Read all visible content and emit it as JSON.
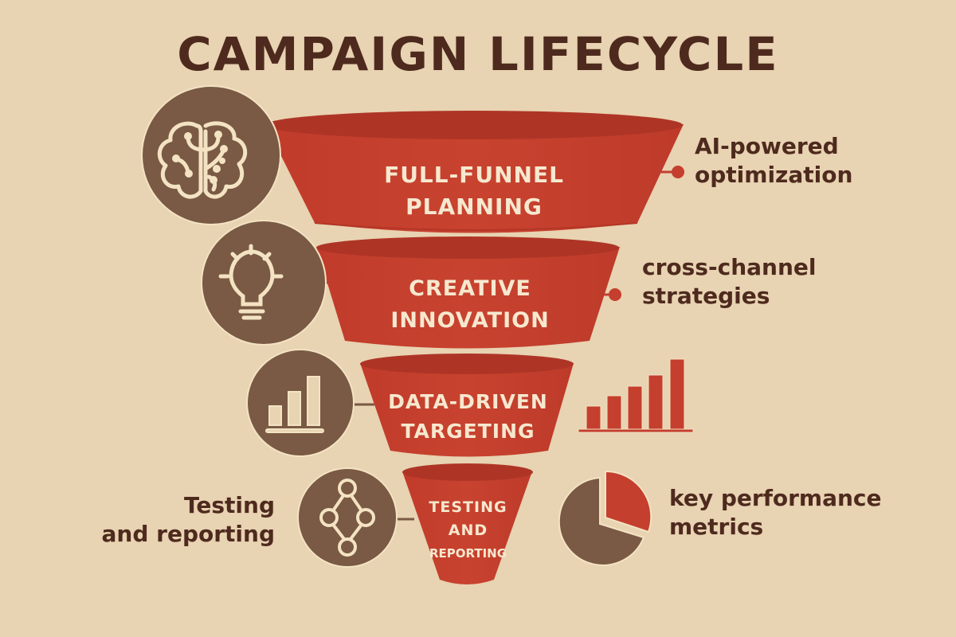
{
  "title": "CAMPAIGN LIFECYCLE",
  "colors": {
    "background": "#E8D3B2",
    "title_text": "#4E2A1E",
    "funnel_red": "#C43F2E",
    "funnel_rim": "#A93224",
    "icon_circle": "#7A5A44",
    "icon_stroke": "#F3E3C3",
    "connector": "#7A5A44",
    "accent_dot": "#C43F2E"
  },
  "stages": [
    {
      "id": "full-funnel-planning",
      "label_lines": [
        "FULL-FUNNEL",
        "PLANNING"
      ],
      "icon": "brain-circuit-icon",
      "side_note_lines": [
        "AI-powered",
        "optimization"
      ]
    },
    {
      "id": "creative-innovation",
      "label_lines": [
        "CREATIVE",
        "INNOVATION"
      ],
      "icon": "lightbulb-icon",
      "side_note_lines": [
        "cross-channel",
        "strategies"
      ]
    },
    {
      "id": "data-driven-targeting",
      "label_lines": [
        "DATA-DRIVEN",
        "TARGETING"
      ],
      "icon": "bar-chart-icon",
      "side_graphic": "growth-bar-chart-icon"
    },
    {
      "id": "testing-and-reporting",
      "label_lines": [
        "TESTING",
        "AND",
        "REPORTING"
      ],
      "icon": "network-nodes-icon",
      "left_note_lines": [
        "Testing",
        "and reporting"
      ],
      "side_graphic": "pie-chart-icon",
      "side_note_lines": [
        "key performance",
        "metrics"
      ]
    }
  ]
}
